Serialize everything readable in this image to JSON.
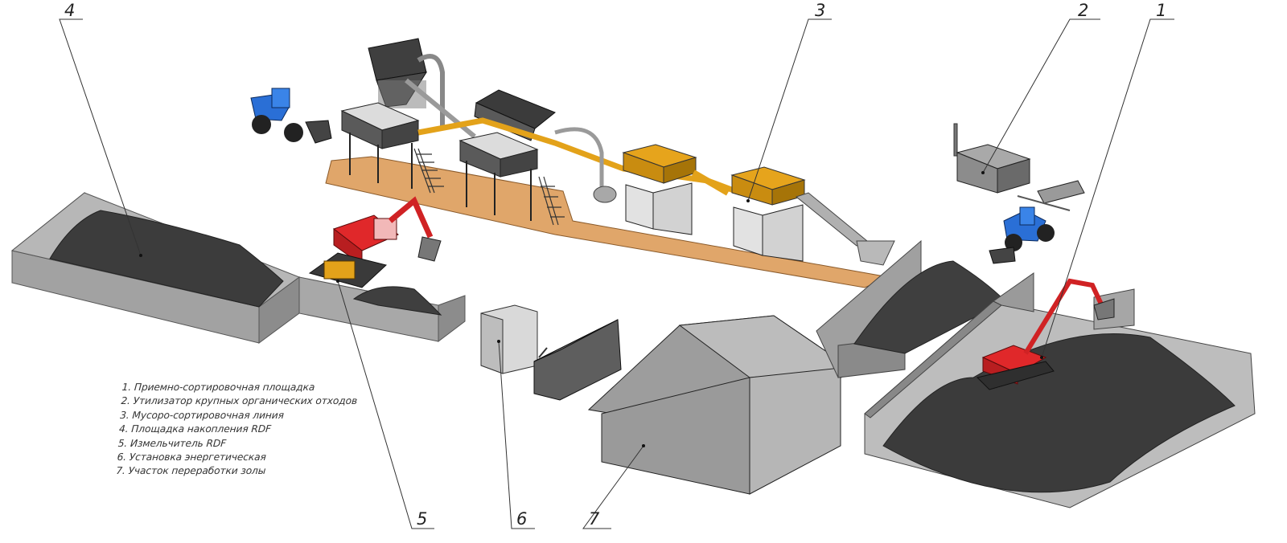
{
  "callouts": [
    {
      "num": "1"
    },
    {
      "num": "2"
    },
    {
      "num": "3"
    },
    {
      "num": "4"
    },
    {
      "num": "5"
    },
    {
      "num": "6"
    },
    {
      "num": "7"
    }
  ],
  "legend": {
    "items": [
      "1. Приемно-сортировочная площадка",
      "2. Утилизатор крупных органических отходов",
      "3. Мусоро-сортировочная линия",
      "4. Площадка накопления RDF",
      "5. Измельчитель RDF",
      "6. Установка энергетическая",
      "7. Участок переработки золы"
    ]
  },
  "colors": {
    "concrete_wall": "#9a9a9a",
    "concrete_top": "#c4c4c4",
    "pile": "#3e3e3e",
    "platform": "#e0a66a",
    "sorting_drum": "#e3a21a",
    "hopper": "#4a4a4a",
    "loader": "#2a6fd6",
    "excavator": "#e0282a"
  }
}
